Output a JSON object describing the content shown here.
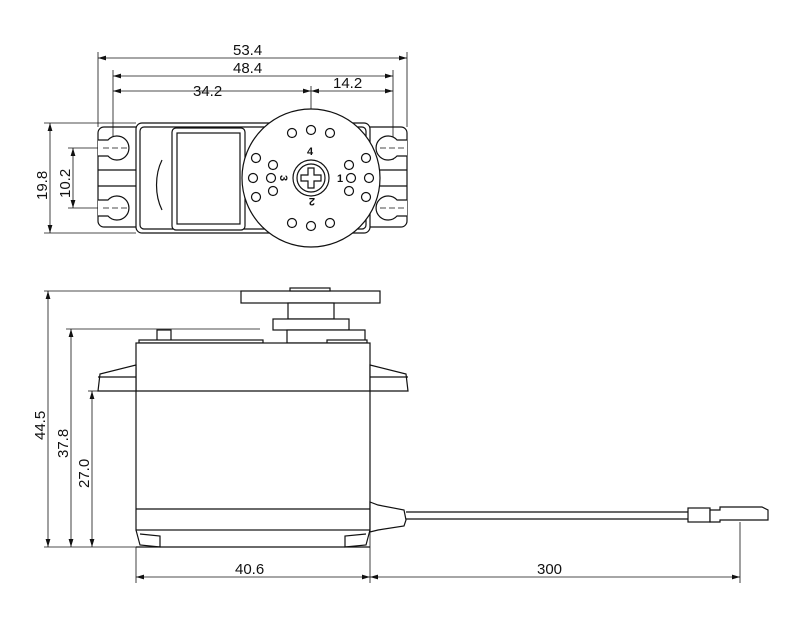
{
  "top_view": {
    "dims": {
      "overall_width": "53.4",
      "mount_hole_spacing": "48.4",
      "hole_to_shaft": "34.2",
      "shaft_to_hole": "14.2",
      "height": "19.8",
      "hole_vertical_spacing": "10.2"
    },
    "horn_labels": [
      "1",
      "2",
      "3",
      "4"
    ]
  },
  "side_view": {
    "dims": {
      "total_height": "44.5",
      "case_height": "37.8",
      "flange_height": "27.0",
      "case_length": "40.6",
      "cable_length": "300"
    }
  }
}
